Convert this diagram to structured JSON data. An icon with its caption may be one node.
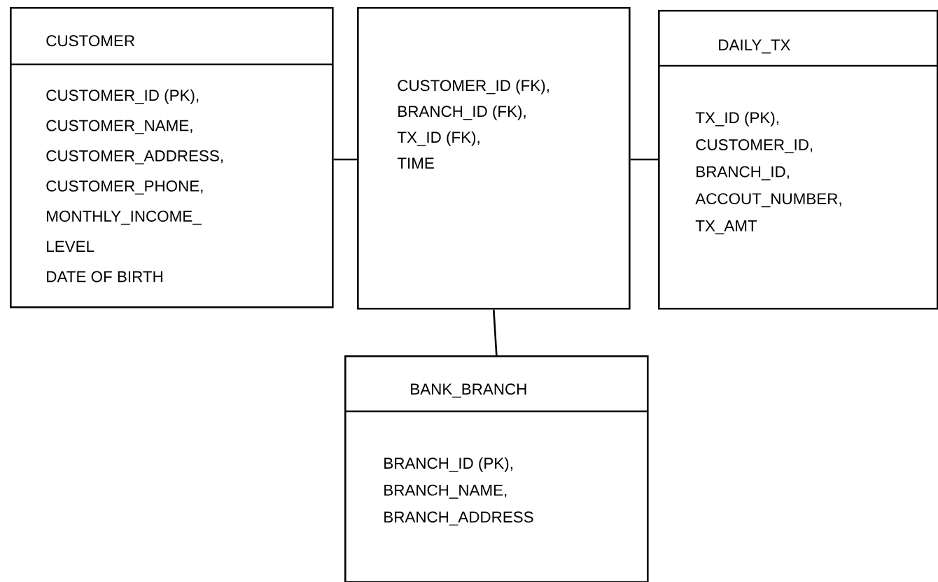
{
  "diagram": {
    "nodes": [
      {
        "text": [
          "CUSTOMER",
          "CUSTOMER_ID (PK),",
          "CUSTOMER_NAME,",
          "CUSTOMER_ADDRESS,",
          "CUSTOMER_PHONE,",
          "MONTHLY_INCOME_",
          "LEVEL",
          "DATE  OF  BIRTH"
        ]
      },
      {
        "text": [
          "CUSTOMER_ID (FK),",
          "BRANCH_ID (FK),",
          "TX_ID (FK),",
          "TIME"
        ]
      },
      {
        "text": [
          "DAILY_TX",
          "TX_ID (PK),",
          "CUSTOMER_ID,",
          "BRANCH_ID,",
          "ACCOUT_NUMBER,",
          "TX_AMT"
        ]
      },
      {
        "text": [
          "BANK_BRANCH",
          "BRANCH_ID (PK),",
          "BRANCH_NAME,",
          "BRANCH_ADDRESS"
        ]
      }
    ],
    "edges": [
      {
        "from": 0,
        "to": 1,
        "arrow": "none"
      },
      {
        "from": 1,
        "to": 2,
        "arrow": "none"
      },
      {
        "from": 1,
        "to": 3,
        "arrow": "none"
      }
    ]
  }
}
